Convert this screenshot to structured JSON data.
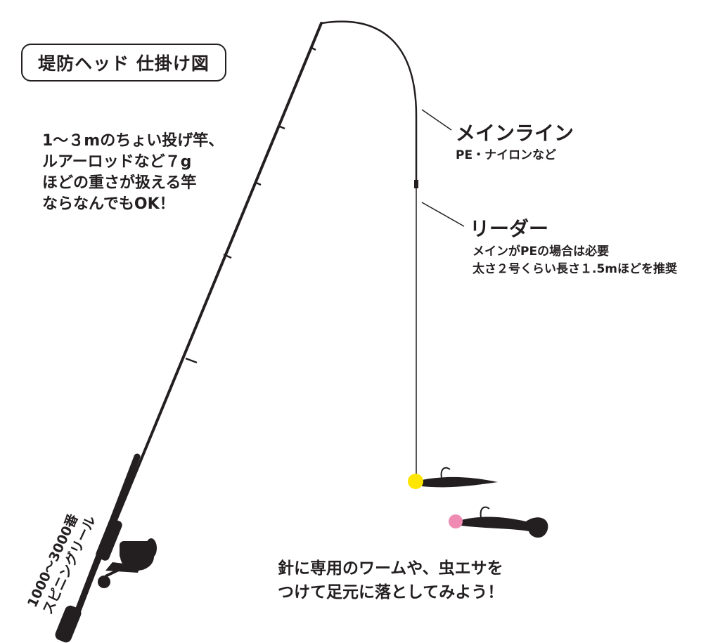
{
  "title": "堤防ヘッド 仕掛け図",
  "rod_note": {
    "lines": [
      "1〜３mのちょい投げ竿、",
      "ルアーロッドなど７g",
      "ほどの重さが扱える竿",
      "ならなんでもOK！"
    ]
  },
  "main_line": {
    "heading": "メインライン",
    "sub": "PE・ナイロンなど"
  },
  "leader": {
    "heading": "リーダー",
    "lines": [
      "メインがPEの場合は必要",
      "太さ２号くらい長さ１.5mほどを推奨"
    ]
  },
  "bottom_note": {
    "lines": [
      "針に専用のワームや、虫エサを",
      "つけて足元に落としてみよう！"
    ]
  },
  "reel_note": {
    "lines": [
      "1000〜3000番",
      "スピニングリール"
    ]
  },
  "colors": {
    "ink": "#231f20",
    "jighead_yellow": "#ffe600",
    "jighead_pink": "#f08cb4"
  }
}
